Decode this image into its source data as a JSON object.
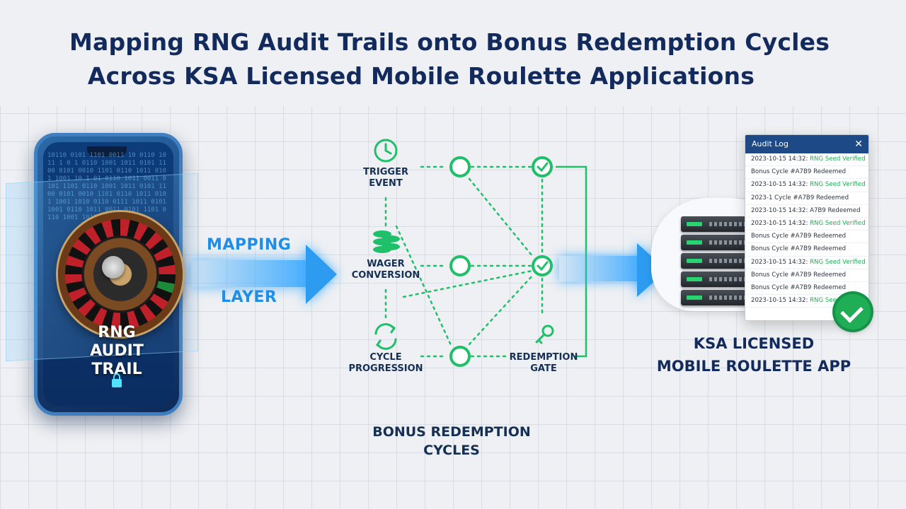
{
  "title": {
    "line1": "Mapping RNG Audit Trails onto Bonus Redemption Cycles",
    "line2": "Across KSA Licensed Mobile Roulette Applications"
  },
  "phone": {
    "label_line1": "RNG",
    "label_line2": "AUDIT",
    "label_line3": "TRAIL",
    "binary": "10110 0101 1101 0011 10 0110 1011 1 0 1 0110 1001 1011 0101 1100 0101 0010 1101 0110 1011 0101 1001 10 1 01 0110 1011 0011 0101 1101 0110 1001 1011 0101 1100 0101 0010 1101 0110 1011 0101 1001 1010 0110 0111 1011 0101 1001 0110 1011 0011 0101 1101 0110 1001 1011 0101"
  },
  "mapping": {
    "line1": "MAPPING",
    "line2": "LAYER"
  },
  "flow": {
    "trigger": "TRIGGER\nEVENT",
    "wager": "WAGER\nCONVERSION",
    "cycle": "CYCLE\nPROGRESSION",
    "gate": "REDEMPTION\nGATE",
    "caption_line1": "BONUS REDEMPTION",
    "caption_line2": "CYCLES"
  },
  "audit_log": {
    "title": "Audit Log",
    "rows": [
      {
        "text": "2023-10-15 14:32: ",
        "status": "RNG Seed Verified"
      },
      {
        "text": "Bonus Cycle #A7B9 Redeemed",
        "status": ""
      },
      {
        "text": "2023-10-15 14:32: ",
        "status": "RNG Seed Verified"
      },
      {
        "text": "2023-1 Cycle #A7B9 Redeemed",
        "status": ""
      },
      {
        "text": "2023-10-15 14:32: A7B9 Redeemed",
        "status": ""
      },
      {
        "text": "2023-10-15 14:32: ",
        "status": "RNG Seed Verified"
      },
      {
        "text": "Bonus Cycle #A7B9 Redeemed",
        "status": ""
      },
      {
        "text": "Bonus Cycle #A7B9 Redeemed",
        "status": ""
      },
      {
        "text": "2023-10-15 14:32: ",
        "status": "RNG Seed Verified"
      },
      {
        "text": "Bonus Cycle #A7B9 Redeemed",
        "status": ""
      },
      {
        "text": "Bonus Cycle #A7B9 Redeemed",
        "status": ""
      },
      {
        "text": "2023-10-15 14:32: ",
        "status": "RNG Seed Verifi"
      }
    ]
  },
  "ksa": {
    "line1": "KSA LICENSED",
    "line2": "MOBILE ROULETTE APP"
  },
  "colors": {
    "title": "#132a5c",
    "accent_blue": "#2d9cf0",
    "accent_green": "#20c06a"
  },
  "icons": [
    "clock-icon",
    "coins-icon",
    "refresh-icon",
    "key-icon",
    "check-icon",
    "lock-icon",
    "close-icon",
    "verified-badge-icon"
  ]
}
